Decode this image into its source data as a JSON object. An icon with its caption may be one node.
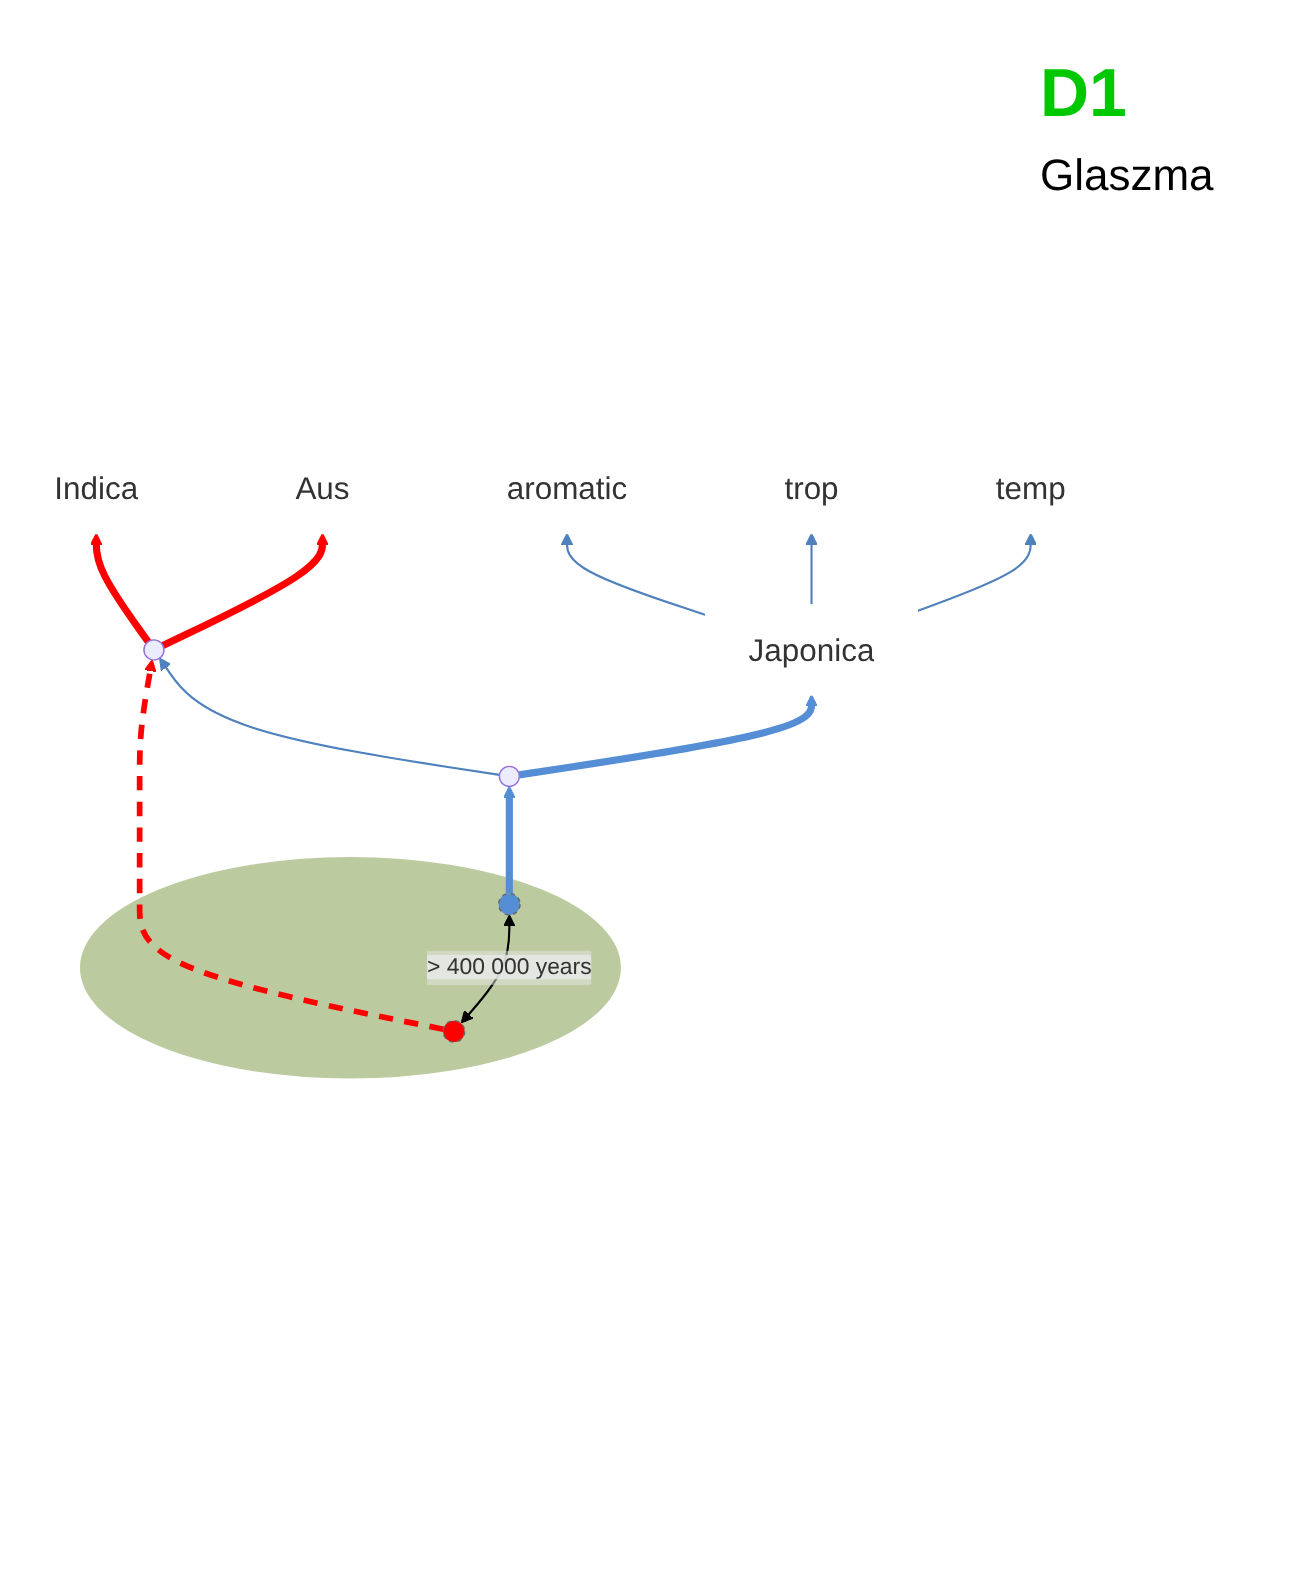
{
  "diagram": {
    "nodes": [
      {
        "text": [
          "aromatic"
        ]
      },
      {
        "text": [
          "trop"
        ]
      },
      {
        "text": [
          "temp"
        ]
      },
      {
        "text": [
          "Indica"
        ]
      },
      {
        "text": [
          "Aus"
        ]
      },
      {
        "text": [
          "Japonica"
        ]
      },
      {
        "text": [],
        "shape": "point"
      },
      {
        "text": [],
        "shape": "point"
      },
      {
        "text": [],
        "shape": "ellipse"
      },
      {
        "text": [],
        "shape": "ellipse",
        "in": 8
      },
      {
        "text": [],
        "shape": "ellipse",
        "in": 8
      }
    ],
    "edges": [
      {
        "from": 9,
        "to": 6,
        "arrow": "to",
        "style": "dashed",
        "color": "#ff0000"
      },
      {
        "from": 6,
        "to": 3,
        "arrow": "to",
        "style": "thick",
        "color": "#ff0000"
      },
      {
        "from": 6,
        "to": 4,
        "arrow": "to",
        "style": "thick",
        "color": "#ff0000"
      },
      {
        "from": 10,
        "to": 7,
        "arrow": "to",
        "style": "thick",
        "color": "#558ed5"
      },
      {
        "from": 7,
        "to": 5,
        "arrow": "to",
        "style": "thick",
        "color": "#558ed5"
      },
      {
        "from": 7,
        "to": 6,
        "arrow": "to",
        "color": "#4f81bd"
      },
      {
        "from": 5,
        "to": 0,
        "arrow": "to",
        "color": "#4f81bd"
      },
      {
        "from": 5,
        "to": 1,
        "arrow": "to",
        "color": "#4f81bd"
      },
      {
        "from": 5,
        "to": 2,
        "arrow": "to",
        "color": "#4f81bd"
      },
      {
        "from": 9,
        "to": 10,
        "arrow": "both",
        "label": "> 400 000 years",
        "color": "#000000"
      }
    ],
    "labels": [
      "D1",
      "Glaszma"
    ]
  }
}
